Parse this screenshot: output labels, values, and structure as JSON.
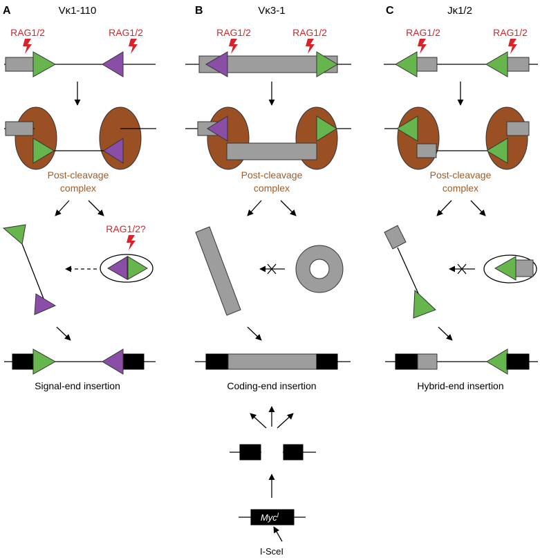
{
  "panels": [
    {
      "letter": "A",
      "title": "Vκ1-110",
      "rag_left": "RAG1/2",
      "rag_right": "RAG1/2",
      "complex_line1": "Post-cleavage",
      "complex_line2": "complex",
      "extra_rag": "RAG1/2?",
      "caption": "Signal-end insertion"
    },
    {
      "letter": "B",
      "title": "Vκ3-1",
      "rag_left": "RAG1/2",
      "rag_right": "RAG1/2",
      "complex_line1": "Post-cleavage",
      "complex_line2": "complex",
      "caption": "Coding-end insertion"
    },
    {
      "letter": "C",
      "title": "Jκ1/2",
      "rag_left": "RAG1/2",
      "rag_right": "RAG1/2",
      "complex_line1": "Post-cleavage",
      "complex_line2": "complex",
      "caption": "Hybrid-end insertion"
    }
  ],
  "bottom": {
    "gene_label": "Myc",
    "gene_superscript": "I",
    "enzyme_label": "I-SceI"
  },
  "colors": {
    "rag": "#d8232a",
    "complex": "#a15c26",
    "oval": "#9a5023",
    "green": "#66b54d",
    "purple": "#8b4ea6",
    "gray": "#9d9d9d"
  }
}
